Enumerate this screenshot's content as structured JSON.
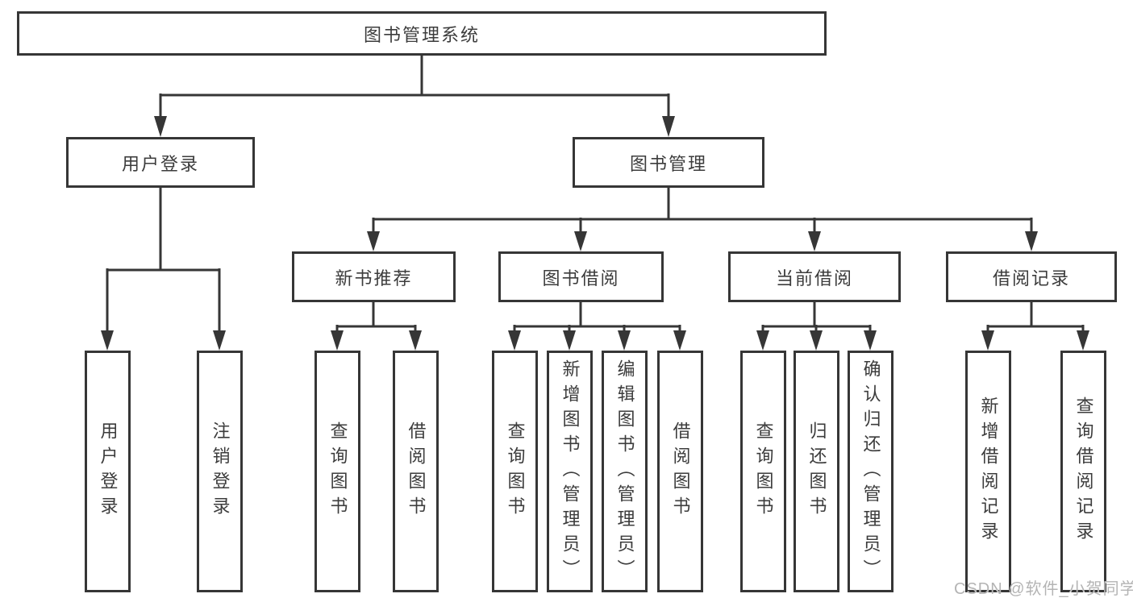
{
  "diagram": {
    "title": "图书管理系统",
    "colors": {
      "line": "#363636",
      "box_fill": "#ffffff",
      "text": "#3c3c3c",
      "watermark": "#b4b4b4"
    },
    "tree": {
      "root": {
        "label": "图书管理系统"
      },
      "branches": [
        {
          "label": "用户登录",
          "leaves": [
            {
              "label": "用户登录"
            },
            {
              "label": "注销登录"
            }
          ]
        },
        {
          "label": "图书管理",
          "groups": [
            {
              "label": "新书推荐",
              "leaves": [
                {
                  "label": "查询图书"
                },
                {
                  "label": "借阅图书"
                }
              ]
            },
            {
              "label": "图书借阅",
              "leaves": [
                {
                  "label": "查询图书"
                },
                {
                  "label": "新增图书（管理员）"
                },
                {
                  "label": "编辑图书（管理员）"
                },
                {
                  "label": "借阅图书"
                }
              ]
            },
            {
              "label": "当前借阅",
              "leaves": [
                {
                  "label": "查询图书"
                },
                {
                  "label": "归还图书"
                },
                {
                  "label": "确认归还（管理员）"
                }
              ]
            },
            {
              "label": "借阅记录",
              "leaves": [
                {
                  "label": "新增借阅记录"
                },
                {
                  "label": "查询借阅记录"
                }
              ]
            }
          ]
        }
      ]
    }
  },
  "watermark": {
    "text": "CSDN @软件_小贺同学"
  }
}
